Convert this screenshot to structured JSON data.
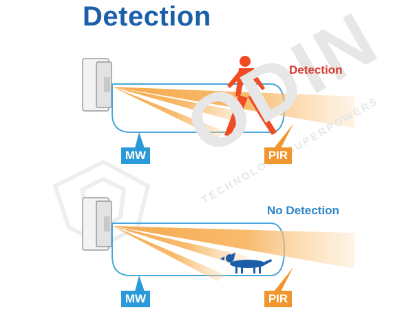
{
  "title": "Detection",
  "scenes": [
    {
      "status": "Detection",
      "status_color": "#d9382f",
      "mw_label": "MW",
      "pir_label": "PIR"
    },
    {
      "status": "No Detection",
      "status_color": "#2b86c8",
      "mw_label": "MW",
      "pir_label": "PIR"
    }
  ],
  "watermark": {
    "brand": "ODIN",
    "tagline": "TECHNOLOGY SUPERPOWERS"
  },
  "colors": {
    "title": "#1a5fa8",
    "mw_tag": "#2b9ad8",
    "pir_tag": "#f0962e",
    "beam": "#f6a84a",
    "outline": "#4aa6d8",
    "person": "#ef4c24",
    "dog": "#1c5da8"
  }
}
